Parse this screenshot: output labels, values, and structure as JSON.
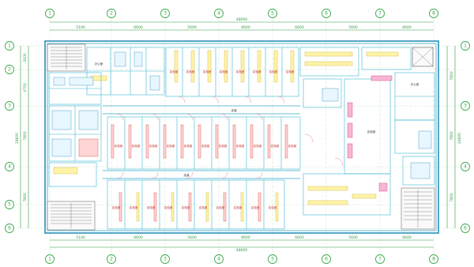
{
  "axes": {
    "columns": [
      "1",
      "2",
      "3",
      "4",
      "5",
      "6",
      "7",
      "8"
    ],
    "rows": [
      "1",
      "2",
      "3",
      "4",
      "5",
      "6"
    ],
    "right_rows_extra": [
      "2",
      "3",
      "4",
      "6"
    ]
  },
  "dimensions": {
    "overall_top": "48000",
    "overall_bottom": "48000",
    "top_spans": [
      "5100",
      "6600",
      "5600",
      "6600",
      "6600",
      "5600",
      "6600"
    ],
    "bottom_spans": [
      "5100",
      "6600",
      "5600",
      "6600",
      "6600",
      "5600",
      "6600"
    ],
    "left_overall": "24600",
    "left_spans": [
      "3100",
      "4700",
      "7800",
      "7800"
    ],
    "right_overall": "24600",
    "right_spans": [
      "7800",
      "7800",
      "7800"
    ]
  },
  "rooms": {
    "north_lab_row": [
      "实验室",
      "实验室",
      "实验室",
      "实验室",
      "实验室",
      "实验室",
      "实验室",
      "实验室"
    ],
    "middle_lab_row": [
      "实验室",
      "实验室",
      "实验室",
      "实验室",
      "实验室",
      "实验室",
      "实验室",
      "实验室",
      "实验室",
      "实验室",
      "实验室"
    ],
    "south_lab_row": [
      "实验室",
      "实验室",
      "实验室",
      "实验室",
      "实验室",
      "实验室",
      "实验室",
      "实验室",
      "实验室",
      "实验室"
    ],
    "corridor_upper": "走道",
    "corridor_lower": "走道",
    "central_big": "实验室",
    "right_office": "办公室",
    "left_office": "办公室"
  }
}
